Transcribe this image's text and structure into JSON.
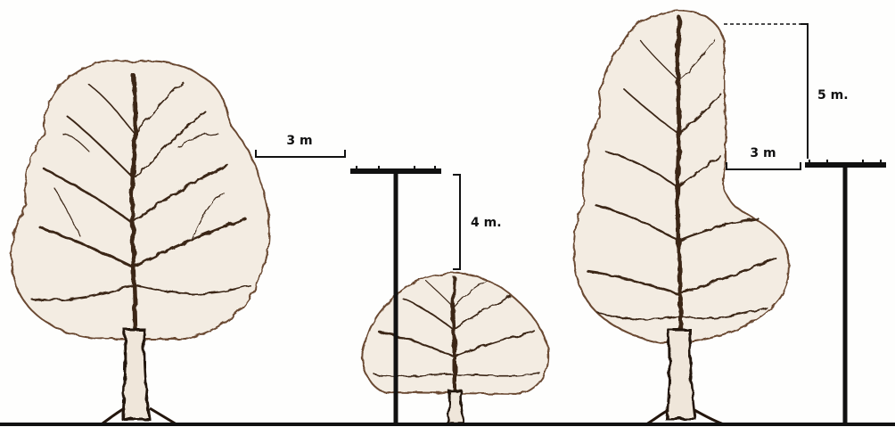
{
  "colors": {
    "background": "#fefefd",
    "ink": "#111111",
    "bark": "#3b2618",
    "bark_dark": "#24160d",
    "foliage_fill": "#f3ece2",
    "foliage_stroke": "#6b4a33"
  },
  "labels": {
    "left_horizontal": "3 m",
    "middle_vertical": "4 m.",
    "right_horizontal": "3 m",
    "right_vertical": "5 m."
  }
}
